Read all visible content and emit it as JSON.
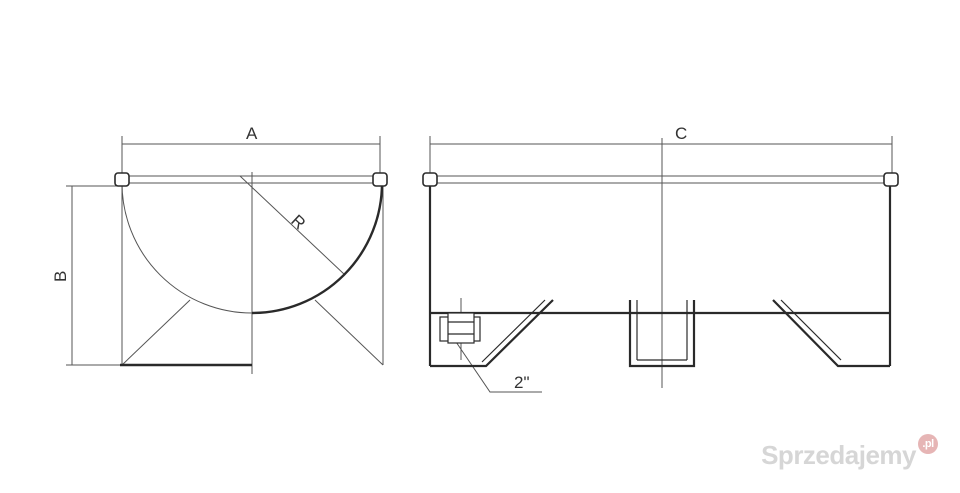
{
  "dimensions": {
    "a_label": "A",
    "b_label": "B",
    "c_label": "C",
    "r_label": "R",
    "pipe_label": "2\""
  },
  "watermark": {
    "text": "Sprzedajemy",
    "suffix": ".pl"
  },
  "colors": {
    "line": "#2a2a2a",
    "thin": "#555555",
    "background": "#ffffff"
  }
}
